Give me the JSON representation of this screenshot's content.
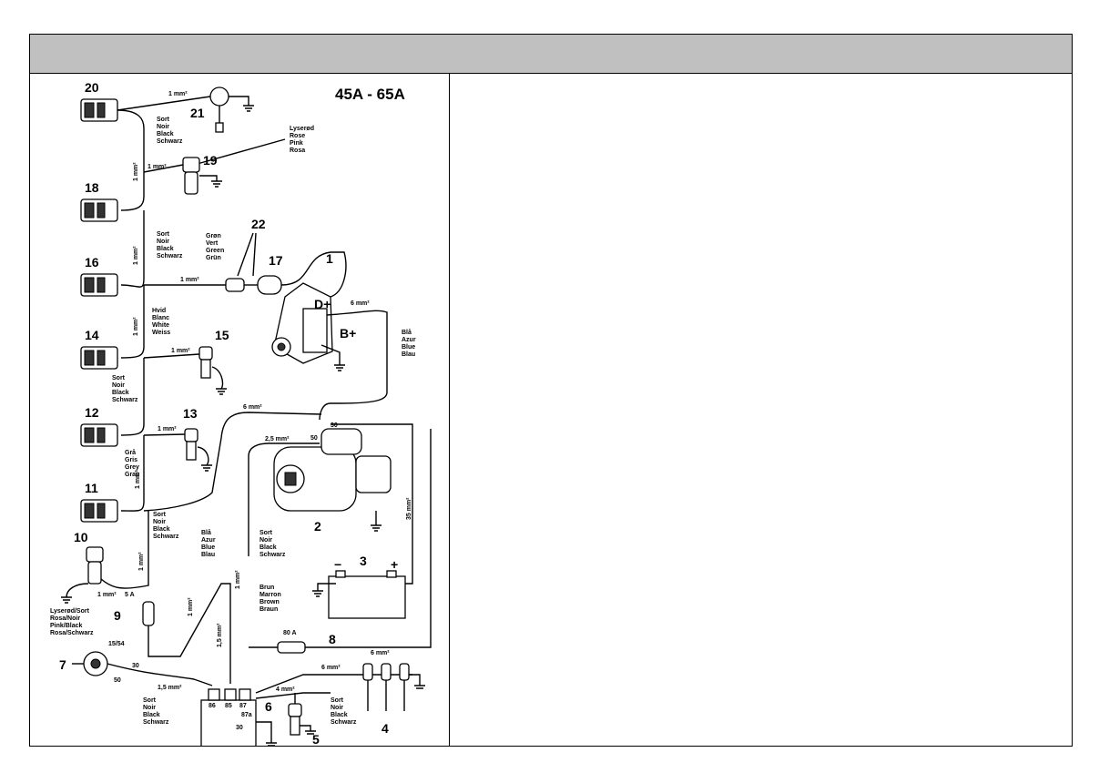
{
  "header": {
    "text": ""
  },
  "diagram": {
    "title": "45A - 65A",
    "terminals": {
      "d_plus": "D+",
      "b_plus": "B+",
      "minus": "−",
      "plus": "+"
    },
    "wire_sizes": {
      "w20_21": "1 mm²",
      "w18_19": "1 mm²",
      "w16_17": "1 mm²",
      "w14_15": "1 mm²",
      "w12_13": "1 mm²",
      "w10_9": "1 mm²",
      "alt_batt": "6 mm²",
      "start_up": "6 mm²",
      "start_sig": "2,5 mm²",
      "batt_plus": "35 mm²",
      "glow": "6 mm²",
      "relay": "6 mm²",
      "relay2": "4 mm²",
      "key": "1,5 mm²",
      "col_a": "1 mm²",
      "col_b": "1 mm²",
      "col_c": "1 mm²",
      "col_d": "1 mm²",
      "col_e": "1 mm²",
      "col_f": "1 mm²",
      "col_g": "1 mm²",
      "col_h": "1,5 mm²"
    },
    "fuses": {
      "fuse9": "5 A",
      "fuse8": "80 A"
    },
    "key_terminals": {
      "t1554": "15/54",
      "t30": "30",
      "t50": "50"
    },
    "relay_terminals": {
      "r1": "86",
      "r2": "85",
      "r3": "87",
      "r4": "87a",
      "r5": "30"
    },
    "starter_terminals": {
      "s50": "50",
      "s30": "30"
    },
    "parts": {
      "p1": "1",
      "p2": "2",
      "p3": "3",
      "p4": "4",
      "p5": "5",
      "p6": "6",
      "p7": "7",
      "p8": "8",
      "p9": "9",
      "p10": "10",
      "p11": "11",
      "p12": "12",
      "p13": "13",
      "p14": "14",
      "p15": "15",
      "p16": "16",
      "p17": "17",
      "p18": "18",
      "p19": "19",
      "p20": "20",
      "p21": "21",
      "p22": "22"
    },
    "colors": {
      "black": [
        "Sort",
        "Noir",
        "Black",
        "Schwarz"
      ],
      "pink": [
        "Lyserød",
        "Rose",
        "Pink",
        "Rosa"
      ],
      "green": [
        "Grøn",
        "Vert",
        "Green",
        "Grün"
      ],
      "white": [
        "Hvid",
        "Blanc",
        "White",
        "Weiss"
      ],
      "grey": [
        "Grå",
        "Gris",
        "Grey",
        "Grau"
      ],
      "blue": [
        "Blå",
        "Azur",
        "Blue",
        "Blau"
      ],
      "brown": [
        "Brun",
        "Marron",
        "Brown",
        "Braun"
      ],
      "pink_black": [
        "Lyserød/Sort",
        "Rosa/Noir",
        "Pink/Black",
        "Rosa/Schwarz"
      ]
    }
  }
}
